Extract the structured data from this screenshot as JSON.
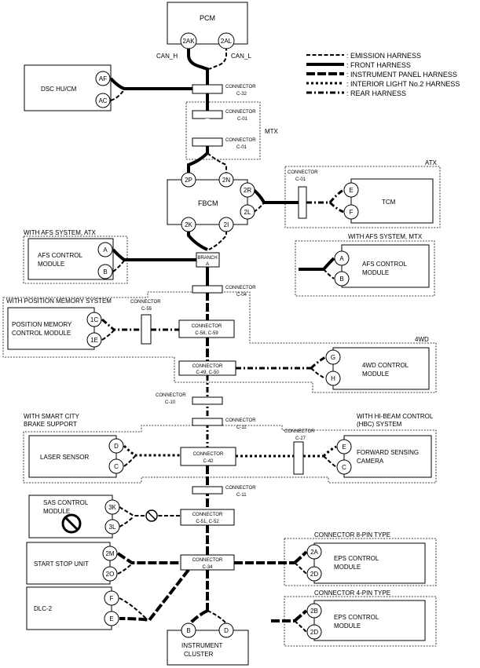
{
  "legend": [
    {
      "label": ": EMISSION HARNESS"
    },
    {
      "label": ": FRONT HARNESS"
    },
    {
      "label": ": INSTRUMENT PANEL HARNESS"
    },
    {
      "label": ": INTERIOR LIGHT No.2 HARNESS"
    },
    {
      "label": ": REAR HARNESS"
    }
  ],
  "modules": {
    "pcm": "PCM",
    "dsc": "DSC HU/CM",
    "fbcm": "FBCM",
    "tcm": "TCM",
    "afs_atx": [
      "AFS CONTROL",
      "MODULE"
    ],
    "afs_mtx": [
      "AFS CONTROL",
      "MODULE"
    ],
    "pos_mem": [
      "POSITION MEMORY",
      "CONTROL MODULE"
    ],
    "fourwd": [
      "4WD CONTROL",
      "MODULE"
    ],
    "laser": "LASER SENSOR",
    "fsc": [
      "FORWARD SENSING",
      "CAMERA"
    ],
    "sas": [
      "SAS CONTROL",
      "MODULE"
    ],
    "ssu": "START STOP UNIT",
    "eps8": [
      "EPS CONTROL",
      "MODULE"
    ],
    "eps4": [
      "EPS CONTROL",
      "MODULE"
    ],
    "dlc": "DLC-2",
    "ic": [
      "INSTRUMENT",
      "CLUSTER"
    ]
  },
  "groups": {
    "mtx": "MTX",
    "atx": "ATX",
    "afs_atx": "WITH AFS SYSTEM, ATX",
    "afs_mtx": "WITH AFS SYSTEM, MTX",
    "pos_mem": "WITH POSITION MEMORY SYSTEM",
    "fourwd": "4WD",
    "scbs": [
      "WITH SMART CITY",
      "BRAKE SUPPORT"
    ],
    "hbc": [
      "WITH HI-BEAM CONTROL",
      "(HBC) SYSTEM"
    ],
    "eps8": "CONNECTOR 8-PIN TYPE",
    "eps4": "CONNECTOR 4-PIN TYPE"
  },
  "signals": {
    "can_h": "CAN_H",
    "can_l": "CAN_L"
  },
  "pins": {
    "pcm": [
      "2AK",
      "2AL"
    ],
    "dsc": [
      "AF",
      "AC"
    ],
    "fbcm": [
      "2P",
      "2N",
      "2R",
      "2L",
      "2K",
      "2I"
    ],
    "tcm": [
      "E",
      "F"
    ],
    "afs_atx": [
      "A",
      "B"
    ],
    "afs_mtx": [
      "A",
      "B"
    ],
    "pos_mem": [
      "1C",
      "1E"
    ],
    "fourwd": [
      "G",
      "H"
    ],
    "laser": [
      "D",
      "C"
    ],
    "fsc": [
      "E",
      "C"
    ],
    "sas": [
      "3K",
      "3L"
    ],
    "ssu": [
      "2M",
      "2O"
    ],
    "eps8": [
      "2A",
      "2D"
    ],
    "eps4": [
      "2B",
      "2D"
    ],
    "dlc": [
      "F",
      "E"
    ],
    "ic": [
      "B",
      "D"
    ]
  },
  "connectors": {
    "c32": [
      "CONNECTOR",
      "C-32"
    ],
    "c01a": [
      "CONNECTOR",
      "C-01"
    ],
    "c01b": [
      "CONNECTOR",
      "C-01"
    ],
    "c01tcm": [
      "CONNECTOR",
      "C-01"
    ],
    "branch": [
      "BRANCH",
      "A"
    ],
    "c04": [
      "CONNECTOR",
      "C-04"
    ],
    "c55": [
      "CONNECTOR",
      "C-55"
    ],
    "c5859": [
      "CONNECTOR",
      "C-58, C-59"
    ],
    "c4950": [
      "CONNECTOR",
      "C-49, C-50"
    ],
    "c10": [
      "CONNECTOR",
      "C-10"
    ],
    "c11a": [
      "CONNECTOR",
      "C-11"
    ],
    "c42": [
      "CONNECTOR",
      "C-42"
    ],
    "c27": [
      "CONNECTOR",
      "C-27"
    ],
    "c11b": [
      "CONNECTOR",
      "C-11"
    ],
    "c5152": [
      "CONNECTOR",
      "C-51, C-52"
    ],
    "c34": [
      "CONNECTOR",
      "C-34"
    ]
  }
}
